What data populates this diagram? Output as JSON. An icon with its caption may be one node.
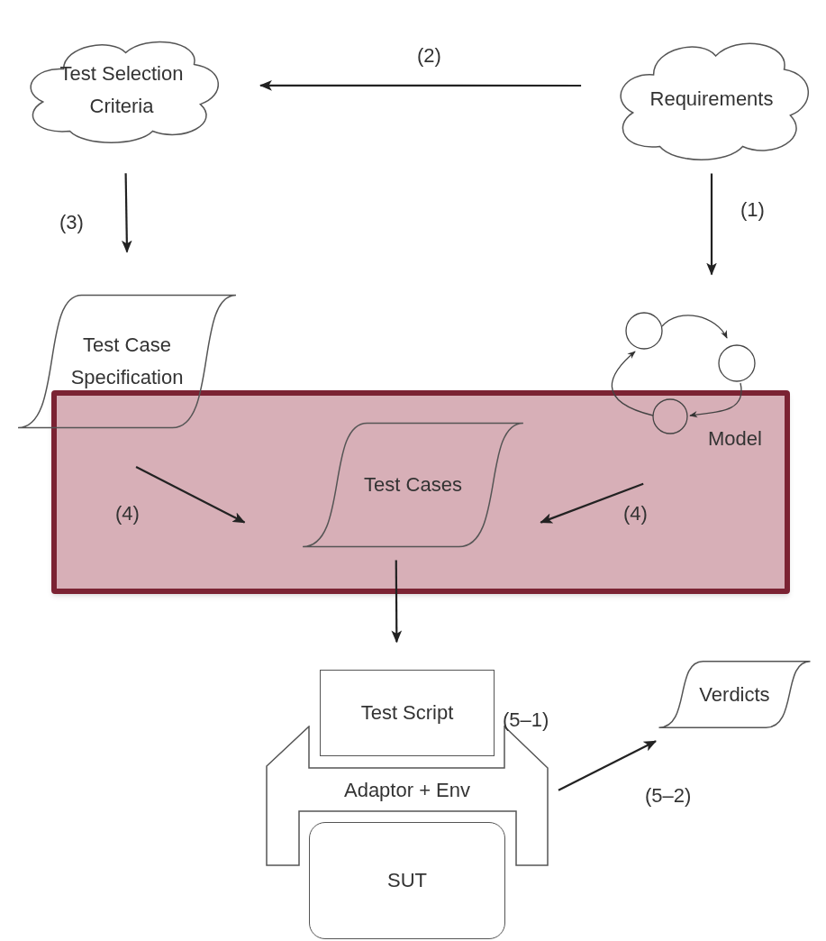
{
  "diagram": {
    "nodes": [
      {
        "text": [
          "Test Selection Criteria"
        ]
      },
      {
        "text": [
          "Requirements"
        ]
      },
      {
        "text": [
          "Test Case Specification"
        ]
      },
      {
        "text": [],
        "shape": "picture",
        "beside": [
          "Model"
        ]
      },
      {
        "text": [],
        "shape": "box"
      },
      {
        "text": [
          "Test Cases"
        ],
        "in": 4
      },
      {
        "text": [
          "Test Script"
        ]
      },
      {
        "text": [
          "Adaptor + Env"
        ]
      },
      {
        "text": [
          "SUT"
        ]
      },
      {
        "text": [
          "Verdicts"
        ]
      }
    ],
    "edges": [
      {
        "from": 1,
        "to": 0,
        "arrow": "to",
        "label": "(2)"
      },
      {
        "from": 0,
        "to": 2,
        "arrow": "to",
        "label": "(3)"
      },
      {
        "from": 1,
        "to": 3,
        "arrow": "to",
        "label": "(1)"
      },
      {
        "from": 2,
        "to": 5,
        "arrow": "to",
        "label": "(4)"
      },
      {
        "from": 3,
        "to": 5,
        "arrow": "to",
        "label": "(4)"
      },
      {
        "from": 5,
        "to": 6,
        "arrow": "to"
      },
      {
        "from": 7,
        "to": 9,
        "arrow": "to",
        "label": "(5–2)"
      }
    ],
    "labels": [
      "(5–1)"
    ]
  }
}
